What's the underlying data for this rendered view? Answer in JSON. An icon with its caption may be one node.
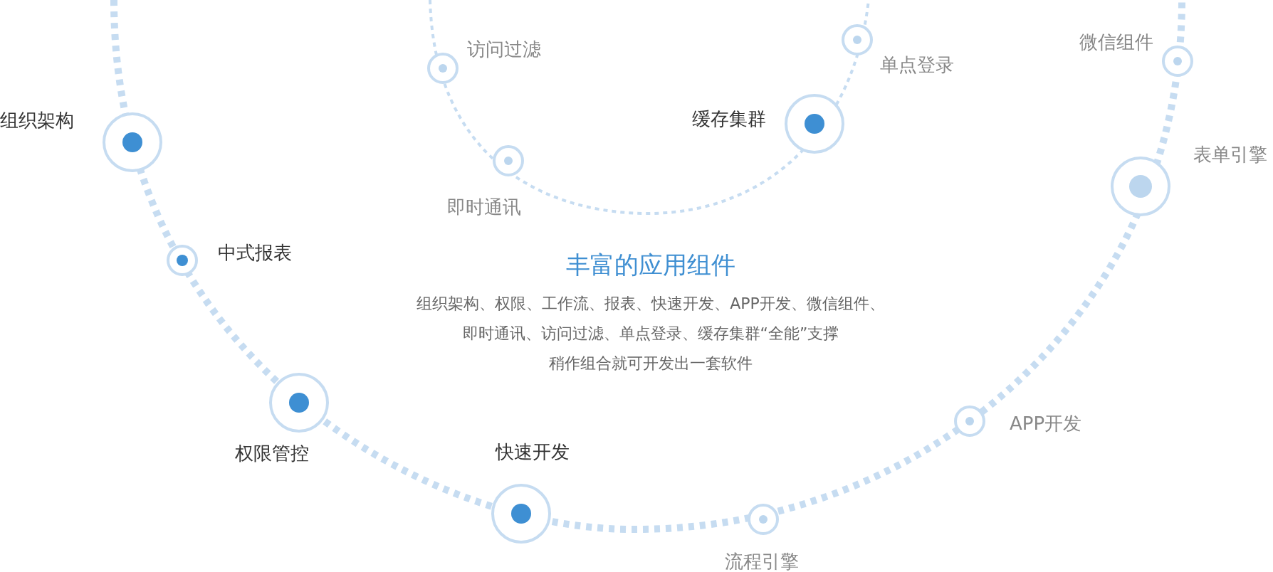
{
  "diagram": {
    "title": "丰富的应用组件",
    "nodes": [
      {
        "text": [],
        "shape": "circle",
        "beside": [
          "组织架构"
        ]
      },
      {
        "text": [],
        "shape": "circle",
        "beside": [
          "中式报表"
        ]
      },
      {
        "text": [],
        "shape": "circle",
        "beside": [
          "权限管控"
        ]
      },
      {
        "text": [],
        "shape": "circle",
        "beside": [
          "快速开发"
        ]
      },
      {
        "text": [],
        "shape": "circle",
        "beside": [
          "流程引擎"
        ]
      },
      {
        "text": [],
        "shape": "circle",
        "beside": [
          "APP开发"
        ]
      },
      {
        "text": [],
        "shape": "circle",
        "beside": [
          "表单引擎"
        ]
      },
      {
        "text": [],
        "shape": "circle",
        "beside": [
          "微信组件"
        ]
      },
      {
        "text": [],
        "shape": "circle",
        "beside": [
          "单点登录"
        ]
      },
      {
        "text": [],
        "shape": "circle",
        "beside": [
          "缓存集群"
        ]
      },
      {
        "text": [],
        "shape": "circle",
        "beside": [
          "即时通讯"
        ]
      },
      {
        "text": [],
        "shape": "circle",
        "beside": [
          "访问过滤"
        ]
      }
    ],
    "labels": [
      "组织架构、权限、工作流、报表、快速开发、APP开发、微信组件、",
      "即时通讯、访问过滤、单点登录、缓存集群“全能”支撑",
      "稍作组合就可开发出一套软件"
    ]
  }
}
